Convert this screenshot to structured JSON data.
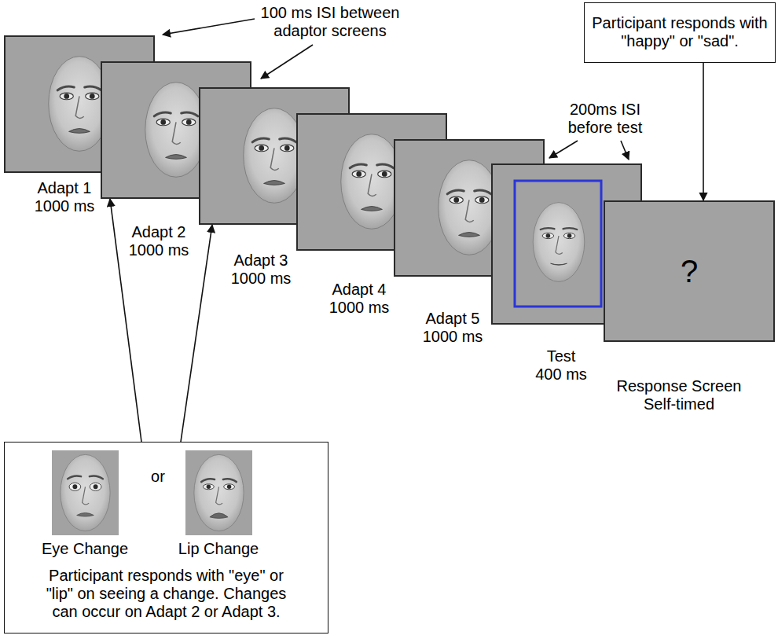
{
  "diagram": {
    "nodes": [
      {
        "text": [
          "Adapt 1 1000 ms"
        ]
      },
      {
        "text": [
          "Adapt 2 1000 ms"
        ]
      },
      {
        "text": [
          "Adapt 3 1000 ms"
        ]
      },
      {
        "text": [
          "Adapt 4 1000 ms"
        ]
      },
      {
        "text": [
          "Adapt 5 1000 ms"
        ]
      },
      {
        "text": [
          "Test 400 ms"
        ]
      },
      {
        "text": [
          "?",
          "Response Screen Self-timed"
        ]
      },
      {
        "text": [
          "Participant responds with \"happy\" or \"sad\"."
        ]
      },
      {
        "text": [
          "Eye Change",
          "or",
          "Lip Change",
          "Participant responds with \"eye\" or \"lip\" on seeing a change. Changes can occur on Adapt 2 or Adapt 3."
        ]
      }
    ],
    "edges": [
      {
        "from": 7,
        "to": 6,
        "arrow": "to"
      },
      {
        "from": 8,
        "to": 1,
        "arrow": "to"
      },
      {
        "from": 8,
        "to": 2,
        "arrow": "to"
      }
    ],
    "labels": [
      "100 ms ISI between adaptor screens",
      "200ms ISI before test"
    ]
  }
}
